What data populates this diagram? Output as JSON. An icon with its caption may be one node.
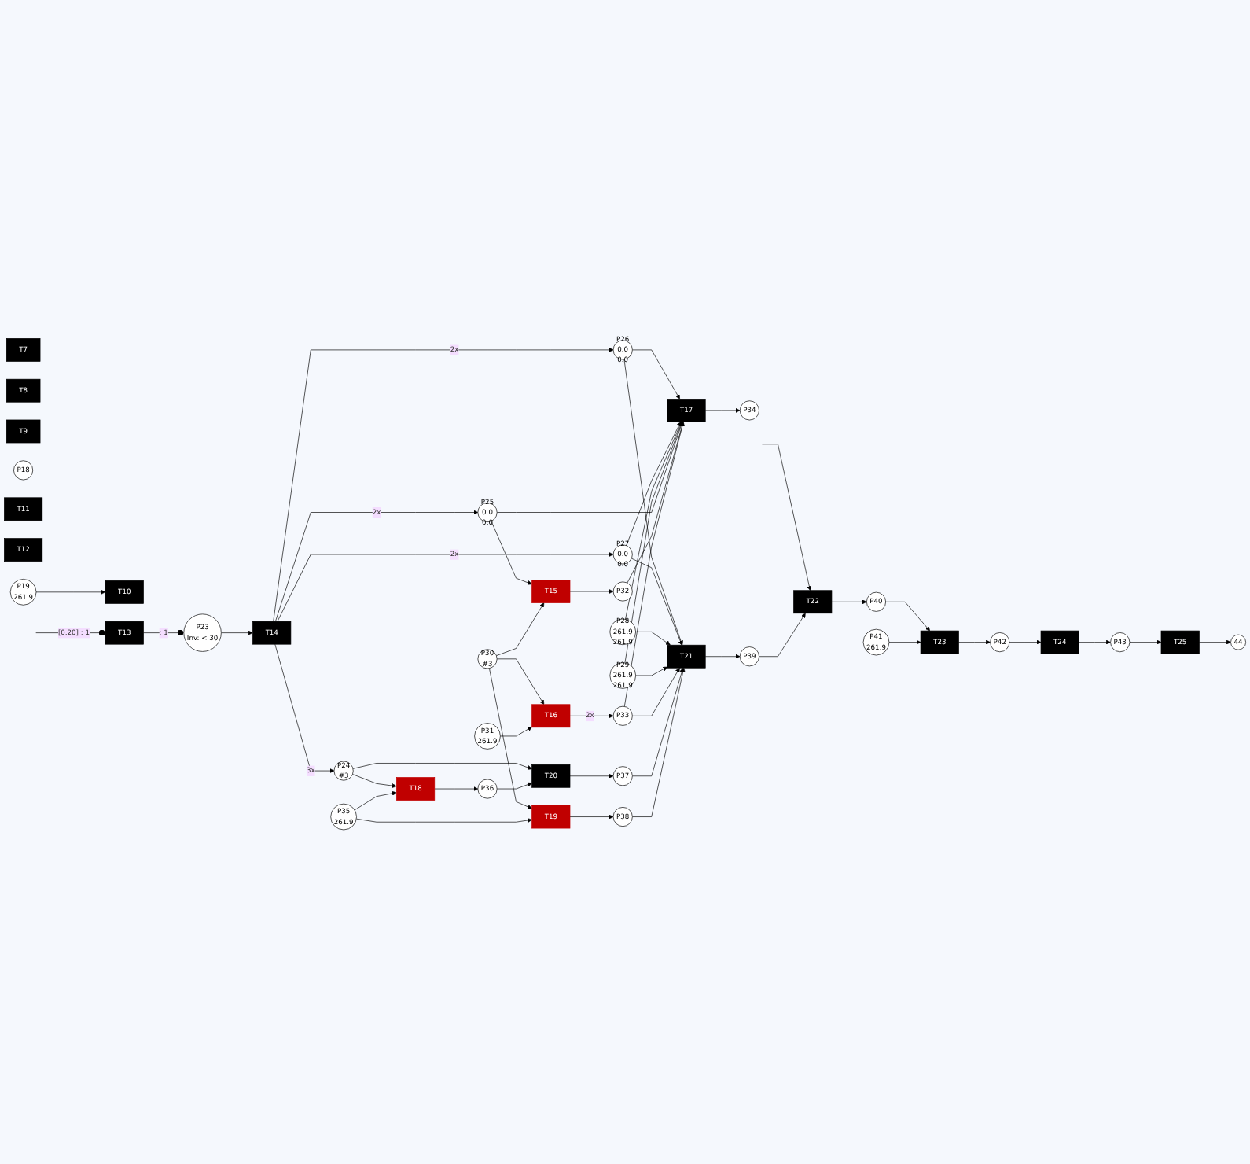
{
  "diagram": {
    "nodes": [
      {
        "text": [
          "T7"
        ]
      },
      {
        "text": [
          "T8"
        ]
      },
      {
        "text": [
          "T9"
        ]
      },
      {
        "text": [
          "P18"
        ]
      },
      {
        "text": [
          "T10"
        ]
      },
      {
        "text": [
          "T11"
        ]
      },
      {
        "text": [
          "T12"
        ]
      },
      {
        "text": [
          "T13"
        ]
      },
      {
        "text": [
          "P19",
          "261.9"
        ]
      },
      {
        "text": [
          "P26",
          "0.0",
          "0.0"
        ]
      },
      {
        "text": [
          "P23",
          "Inv: < 30"
        ]
      },
      {
        "text": [
          "P27",
          "0.0",
          "0.0"
        ]
      },
      {
        "text": [
          "P28",
          "261.9",
          "261.9"
        ]
      },
      {
        "text": [
          "T14"
        ]
      },
      {
        "text": [
          "P29",
          "261.9",
          "261.9"
        ]
      },
      {
        "text": [
          "P25",
          "0.0",
          "0.0"
        ]
      },
      {
        "text": [
          "P24",
          "#3"
        ]
      },
      {
        "text": [
          "T15"
        ]
      },
      {
        "text": [
          "P32"
        ]
      },
      {
        "text": [
          "P30",
          "#3"
        ]
      },
      {
        "text": [
          "P34"
        ]
      },
      {
        "text": [
          "T17"
        ]
      },
      {
        "text": [
          "P33"
        ]
      },
      {
        "text": [
          "T16"
        ]
      },
      {
        "text": [
          "P31",
          "261.9"
        ]
      },
      {
        "text": [
          "T21"
        ]
      },
      {
        "text": [
          "P37"
        ]
      },
      {
        "text": [
          "T20"
        ]
      },
      {
        "text": [
          "P36"
        ]
      },
      {
        "text": [
          "T18"
        ]
      },
      {
        "text": [
          "P35",
          "261.9"
        ]
      },
      {
        "text": [
          "T22"
        ]
      },
      {
        "text": [
          "P39"
        ]
      },
      {
        "text": [
          "P38"
        ]
      },
      {
        "text": [
          "T19"
        ]
      },
      {
        "text": [
          "P40"
        ]
      },
      {
        "text": [
          "P41",
          "261.9"
        ]
      },
      {
        "text": [
          "T23"
        ]
      },
      {
        "text": [
          "P42"
        ]
      },
      {
        "text": [
          "44"
        ]
      },
      {
        "text": [
          "T25"
        ]
      },
      {
        "text": [
          "P43"
        ]
      },
      {
        "text": [
          "T24"
        ]
      }
    ],
    "edges": [
      {
        "from": null,
        "to": 7,
        "arrow": "other",
        "label": "[0,20] : 1"
      },
      {
        "from": 7,
        "to": 10,
        "arrow": "other",
        "label": ": 1"
      },
      {
        "from": 8,
        "to": 4,
        "arrow": "to"
      },
      {
        "from": null,
        "to": 31,
        "arrow": "to"
      },
      {
        "from": 10,
        "to": 13,
        "arrow": "to"
      },
      {
        "from": 13,
        "to": 9,
        "arrow": "to",
        "label": "2x"
      },
      {
        "from": 13,
        "to": 11,
        "arrow": "to",
        "label": "2x"
      },
      {
        "from": 13,
        "to": 15,
        "arrow": "to",
        "label": "2x"
      },
      {
        "from": 13,
        "to": 16,
        "arrow": "to",
        "label": "3x"
      },
      {
        "from": 9,
        "to": 21,
        "arrow": "to"
      },
      {
        "from": 9,
        "to": 25,
        "arrow": "to"
      },
      {
        "from": 11,
        "to": 21,
        "arrow": "to"
      },
      {
        "from": 11,
        "to": 25,
        "arrow": "to"
      },
      {
        "from": 12,
        "to": 21,
        "arrow": "to"
      },
      {
        "from": 12,
        "to": 25,
        "arrow": "to"
      },
      {
        "from": 14,
        "to": 21,
        "arrow": "to"
      },
      {
        "from": 14,
        "to": 25,
        "arrow": "to"
      },
      {
        "from": 15,
        "to": 21,
        "arrow": "to"
      },
      {
        "from": 15,
        "to": 17,
        "arrow": "to"
      },
      {
        "from": 17,
        "to": 18,
        "arrow": "to"
      },
      {
        "from": 19,
        "to": 17,
        "arrow": "to"
      },
      {
        "from": 19,
        "to": 23,
        "arrow": "to"
      },
      {
        "from": 19,
        "to": 34,
        "arrow": "to"
      },
      {
        "from": 24,
        "to": 23,
        "arrow": "to"
      },
      {
        "from": 23,
        "to": 22,
        "arrow": "to",
        "label": "2x"
      },
      {
        "from": 18,
        "to": 21,
        "arrow": "to"
      },
      {
        "from": 21,
        "to": 20,
        "arrow": "to"
      },
      {
        "from": 22,
        "to": 21,
        "arrow": "to"
      },
      {
        "from": 22,
        "to": 25,
        "arrow": "to"
      },
      {
        "from": 16,
        "to": 29,
        "arrow": "to"
      },
      {
        "from": 16,
        "to": 27,
        "arrow": "to"
      },
      {
        "from": 30,
        "to": 29,
        "arrow": "to"
      },
      {
        "from": 30,
        "to": 34,
        "arrow": "to"
      },
      {
        "from": 29,
        "to": 28,
        "arrow": "to"
      },
      {
        "from": 28,
        "to": 27,
        "arrow": "to"
      },
      {
        "from": 27,
        "to": 26,
        "arrow": "to"
      },
      {
        "from": 26,
        "to": 25,
        "arrow": "to"
      },
      {
        "from": 34,
        "to": 33,
        "arrow": "to"
      },
      {
        "from": 33,
        "to": 25,
        "arrow": "to"
      },
      {
        "from": 25,
        "to": 32,
        "arrow": "to"
      },
      {
        "from": 32,
        "to": 31,
        "arrow": "to"
      },
      {
        "from": 31,
        "to": 35,
        "arrow": "to"
      },
      {
        "from": 35,
        "to": 37,
        "arrow": "to"
      },
      {
        "from": 36,
        "to": 37,
        "arrow": "to"
      },
      {
        "from": 37,
        "to": 38,
        "arrow": "to"
      },
      {
        "from": 38,
        "to": 42,
        "arrow": "to"
      },
      {
        "from": 42,
        "to": 41,
        "arrow": "to"
      },
      {
        "from": 41,
        "to": 40,
        "arrow": "to"
      },
      {
        "from": 40,
        "to": 39,
        "arrow": "to"
      }
    ]
  }
}
